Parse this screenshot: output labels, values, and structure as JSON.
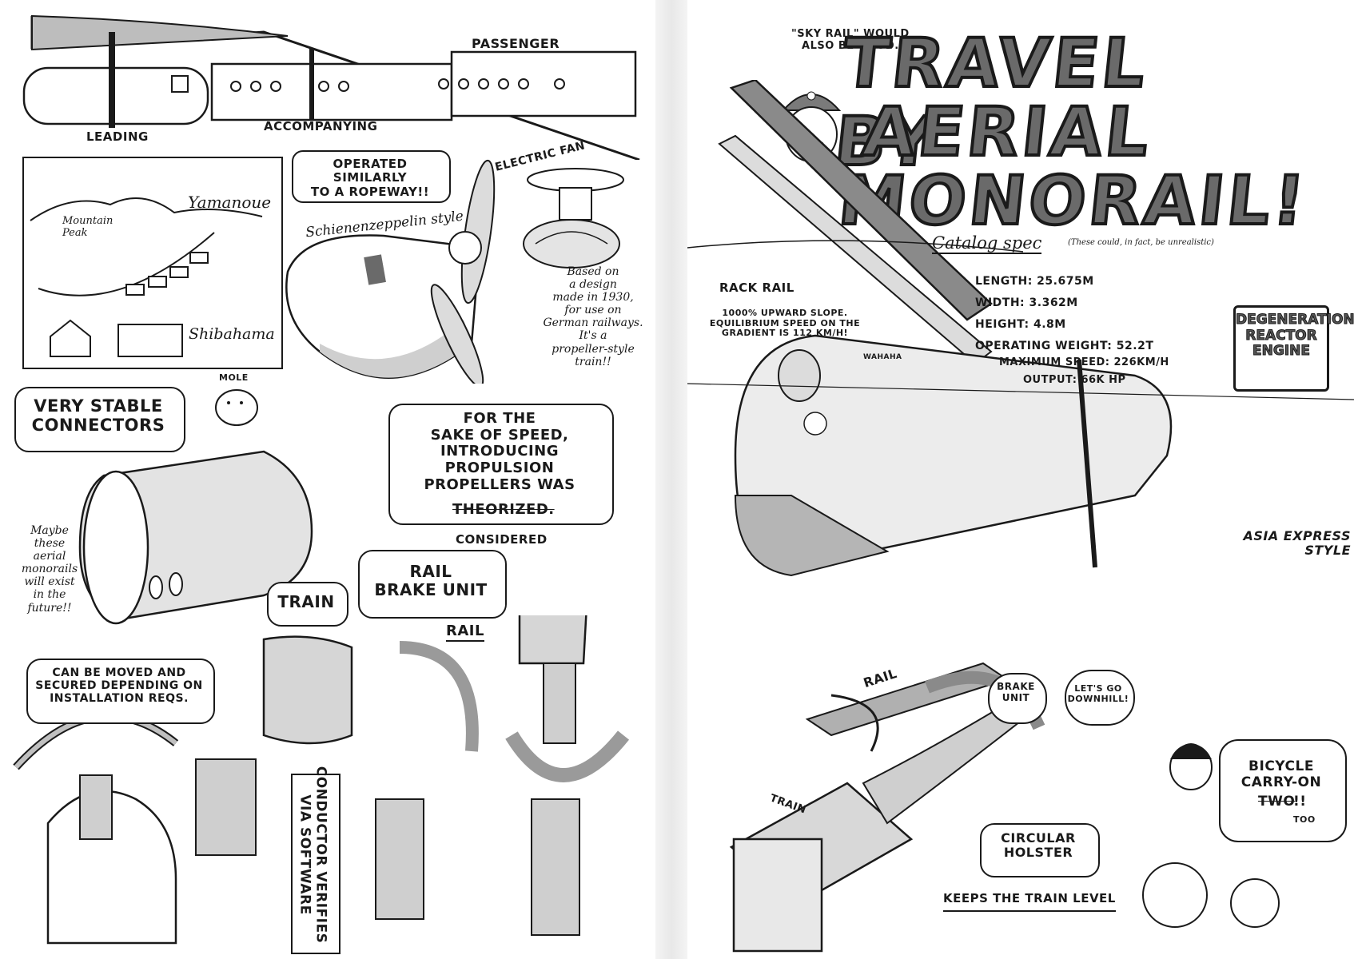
{
  "left_page": {
    "train_labels": {
      "passenger": "PASSENGER",
      "leading": "LEADING",
      "accompanying": "ACCOMPANYING"
    },
    "ropeway_note": "OPERATED SIMILARLY\nTO A ROPEWAY!!",
    "map": {
      "mountain": "Mountain\nPeak",
      "yamanoue": "Yamanoue",
      "shibahama": "Shibahama"
    },
    "schiene": "Schienenzeppelin style",
    "electric_fan": "ELECTRIC FAN",
    "design_note": "Based on\na design\nmade in 1930,\nfor use on\nGerman railways.\nIt's a\npropeller-style\ntrain!!",
    "mole": "MOLE",
    "connectors": "VERY STABLE\nCONNECTORS",
    "propeller_note_main": "FOR THE\nSAKE OF SPEED,\nINTRODUCING\nPROPULSION\nPROPELLERS WAS",
    "propeller_note_struck": "THEORIZED.",
    "considered": "CONSIDERED",
    "future_note": "Maybe\nthese\naerial\nmonorails\nwill exist\nin the\nfuture!!",
    "train_bubble": "TRAIN",
    "brake_unit_bubble": "RAIL\nBRAKE UNIT",
    "rail_label": "RAIL",
    "moved_note": "CAN BE MOVED AND\nSECURED DEPENDING ON\nINSTALLATION REQS.",
    "conductor_note": "CONDUCTOR VERIFIES\nVIA SOFTWARE"
  },
  "right_page": {
    "sky_rail": "\"SKY RAIL\" WOULD\nALSO BE GOOD.",
    "title": [
      "TRAVEL BY",
      "AERIAL",
      "MONORAIL!"
    ],
    "catalog_spec": "Catalog spec",
    "catalog_note": "(These could, in fact, be unrealistic)",
    "rack_rail": "RACK RAIL",
    "slope_note": "1000% UPWARD SLOPE.\nEQUILIBRIUM SPEED ON THE\nGRADIENT IS 112 KM/H!",
    "wahaha": "WAHAHA",
    "specs": [
      "LENGTH: 25.675M",
      "WIDTH: 3.362M",
      "HEIGHT: 4.8M",
      "OPERATING WEIGHT: 52.2T",
      "MAXIMUM SPEED: 226KM/H",
      "OUTPUT: 66K HP"
    ],
    "engine_badge": "DEGENERATION\nREACTOR\nENGINE",
    "asia_express": "ASIA EXPRESS\nSTYLE",
    "rail": "RAIL",
    "brake_unit": "BRAKE\nUNIT",
    "downhill": "LET'S GO\nDOWNHILL!",
    "train": "TRAIN",
    "bicycle_main": "BICYCLE\nCARRY-ON",
    "bicycle_struck": "TWO",
    "bicycle_end": "!!",
    "too": "TOO",
    "circular_holster": "CIRCULAR\nHOLSTER",
    "keeps_level": "KEEPS THE TRAIN LEVEL"
  }
}
